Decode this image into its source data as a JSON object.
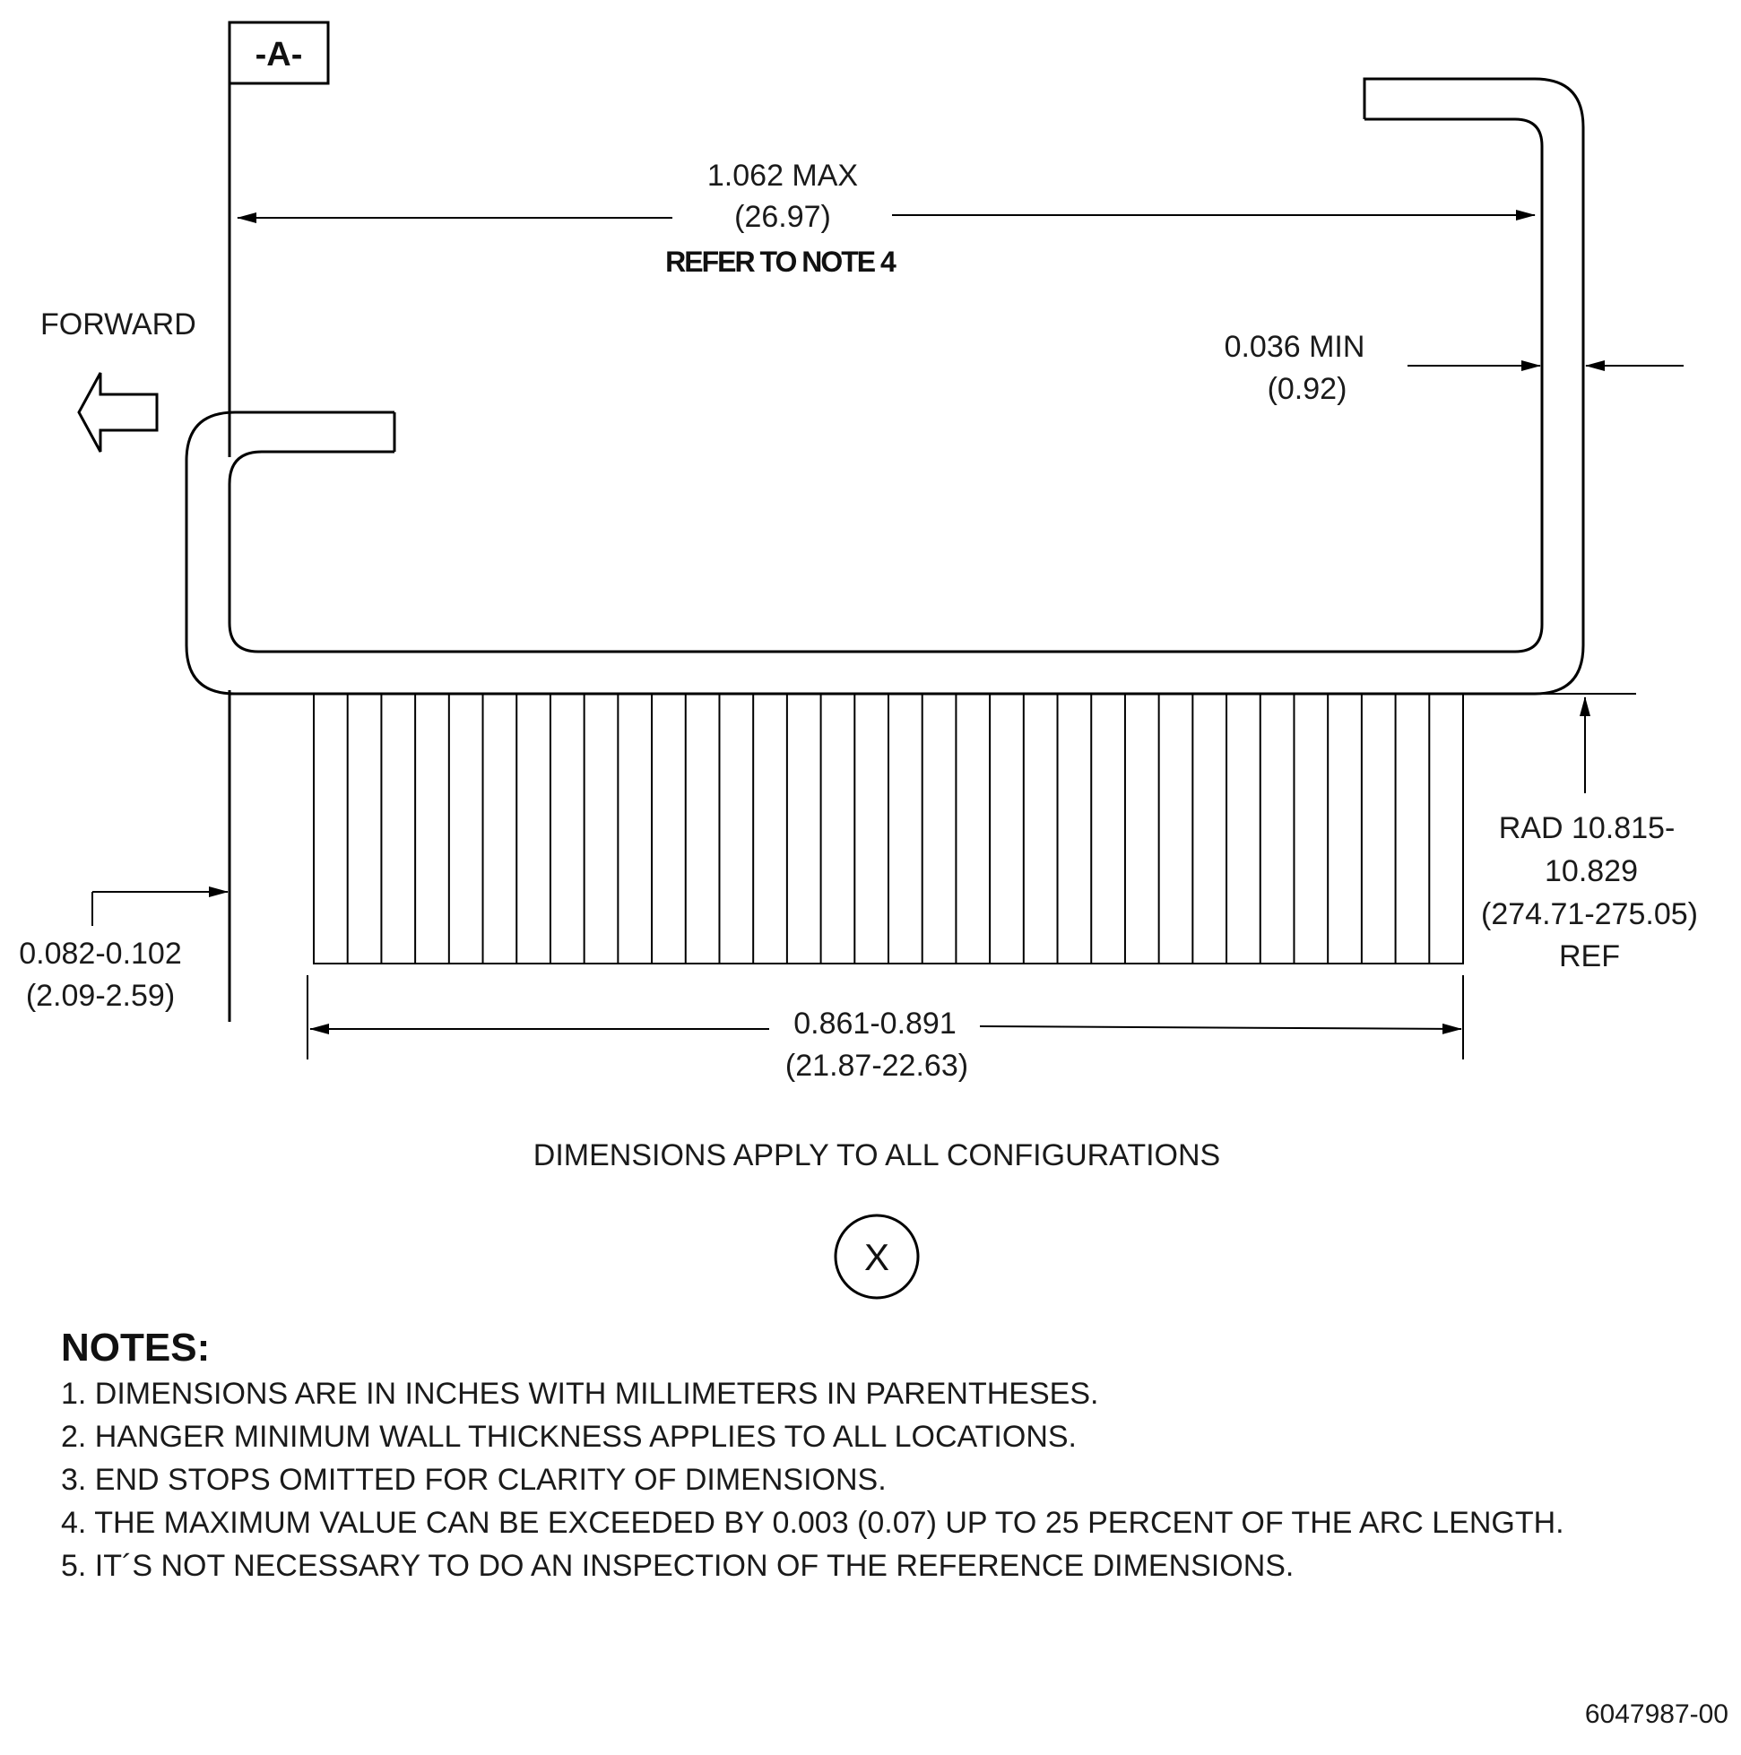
{
  "datum": {
    "label": "-A-"
  },
  "direction": {
    "label": "FORWARD"
  },
  "dimensions": {
    "overall_length": {
      "inch": "1.062 MAX",
      "mm": "(26.97)",
      "note_ref": "REFER TO NOTE 4"
    },
    "wall_thickness": {
      "inch": "0.036 MIN",
      "mm": "(0.92)"
    },
    "radius": {
      "line1": "RAD 10.815-",
      "line2": "10.829",
      "mm": "(274.71-275.05)",
      "suffix": "REF"
    },
    "offset": {
      "inch": "0.082-0.102",
      "mm": "(2.09-2.59)"
    },
    "base_width": {
      "inch": "0.861-0.891",
      "mm": "(21.87-22.63)"
    }
  },
  "caption": "DIMENSIONS APPLY TO ALL CONFIGURATIONS",
  "view_label": "X",
  "notes": {
    "title": "NOTES:",
    "items": [
      "1.  DIMENSIONS ARE IN INCHES WITH MILLIMETERS IN PARENTHESES.",
      "2.  HANGER MINIMUM WALL THICKNESS APPLIES TO ALL LOCATIONS.",
      "3.  END STOPS OMITTED FOR CLARITY OF DIMENSIONS.",
      "4.  THE MAXIMUM VALUE CAN BE EXCEEDED BY 0.003 (0.07) UP TO 25 PERCENT OF THE ARC LENGTH.",
      "5.  IT´S NOT NECESSARY TO DO AN INSPECTION OF THE REFERENCE DIMENSIONS."
    ]
  },
  "drawing_number": "6047987-00"
}
